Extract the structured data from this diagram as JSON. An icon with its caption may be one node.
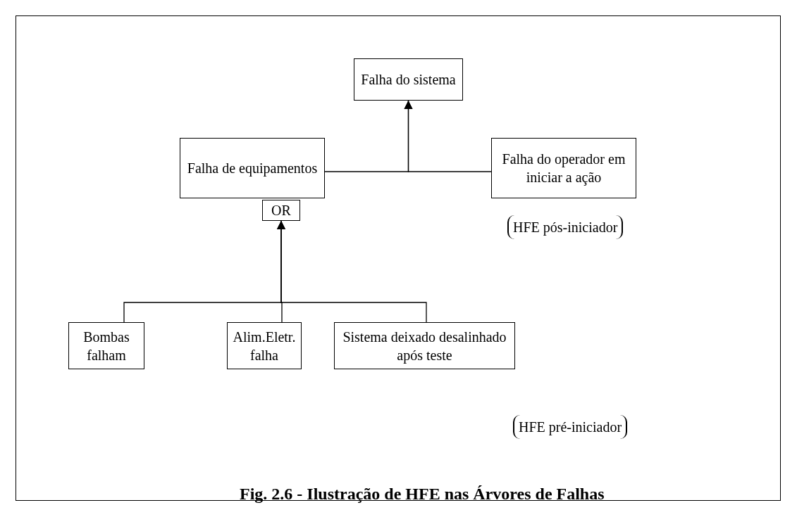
{
  "diagram": {
    "caption": "Fig. 2.6 -  Ilustração de HFE nas Árvores de Falhas",
    "nodes": [
      {
        "text": [
          "Falha do sistema"
        ]
      },
      {
        "text": [
          "Falha de equipamentos"
        ]
      },
      {
        "text": [
          "OR"
        ]
      },
      {
        "text": [
          "Falha do operador em iniciar a ação"
        ],
        "beside": [
          "HFE pós-iniciador"
        ]
      },
      {
        "text": [
          "Bombas falham"
        ]
      },
      {
        "text": [
          "Alim.Eletr. falha"
        ]
      },
      {
        "text": [
          "Sistema deixado desalinhado após teste"
        ],
        "beside": [
          "HFE pré-iniciador"
        ]
      }
    ],
    "edges": [
      {
        "from": 1,
        "to": 0,
        "arrow": "to"
      },
      {
        "from": 3,
        "to": 0,
        "arrow": "to"
      },
      {
        "from": 4,
        "to": 2,
        "arrow": "to"
      },
      {
        "from": 5,
        "to": 2,
        "arrow": "to"
      },
      {
        "from": 6,
        "to": 2,
        "arrow": "to"
      }
    ]
  }
}
